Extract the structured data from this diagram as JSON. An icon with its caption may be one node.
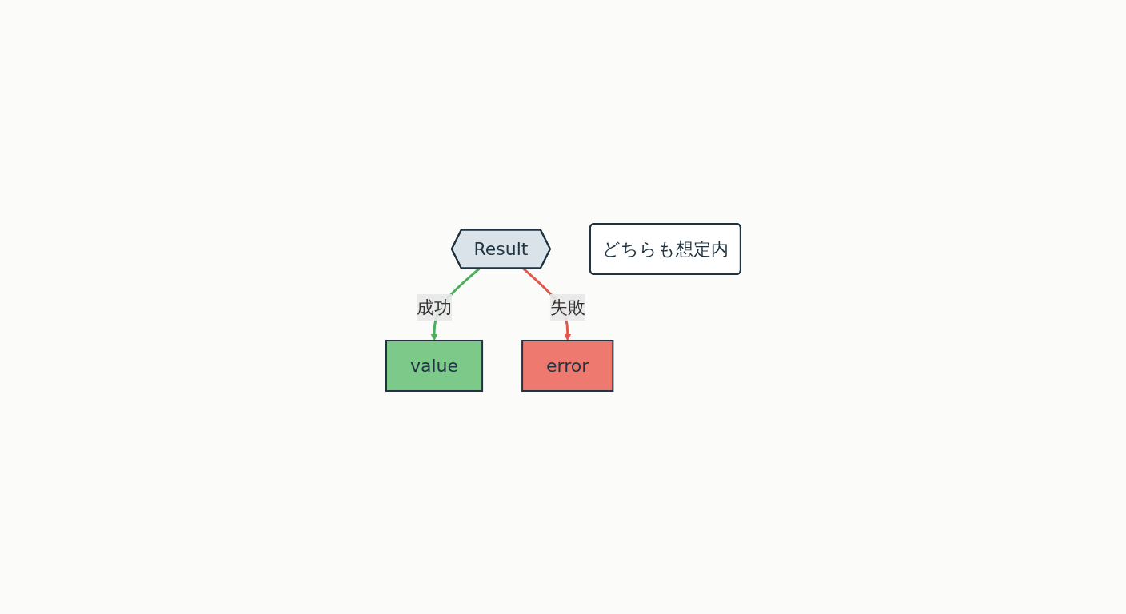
{
  "diagram": {
    "nodes": [
      {
        "text": [
          "Result"
        ]
      },
      {
        "text": [
          "value"
        ]
      },
      {
        "text": [
          "error"
        ]
      },
      {
        "text": [
          "どちらも想定内"
        ]
      }
    ],
    "edges": [
      {
        "from": 0,
        "to": 1,
        "arrow": "to",
        "label": "成功",
        "color": "#4caf5a"
      },
      {
        "from": 0,
        "to": 2,
        "arrow": "to",
        "label": "失敗",
        "color": "#e0574b"
      }
    ]
  }
}
